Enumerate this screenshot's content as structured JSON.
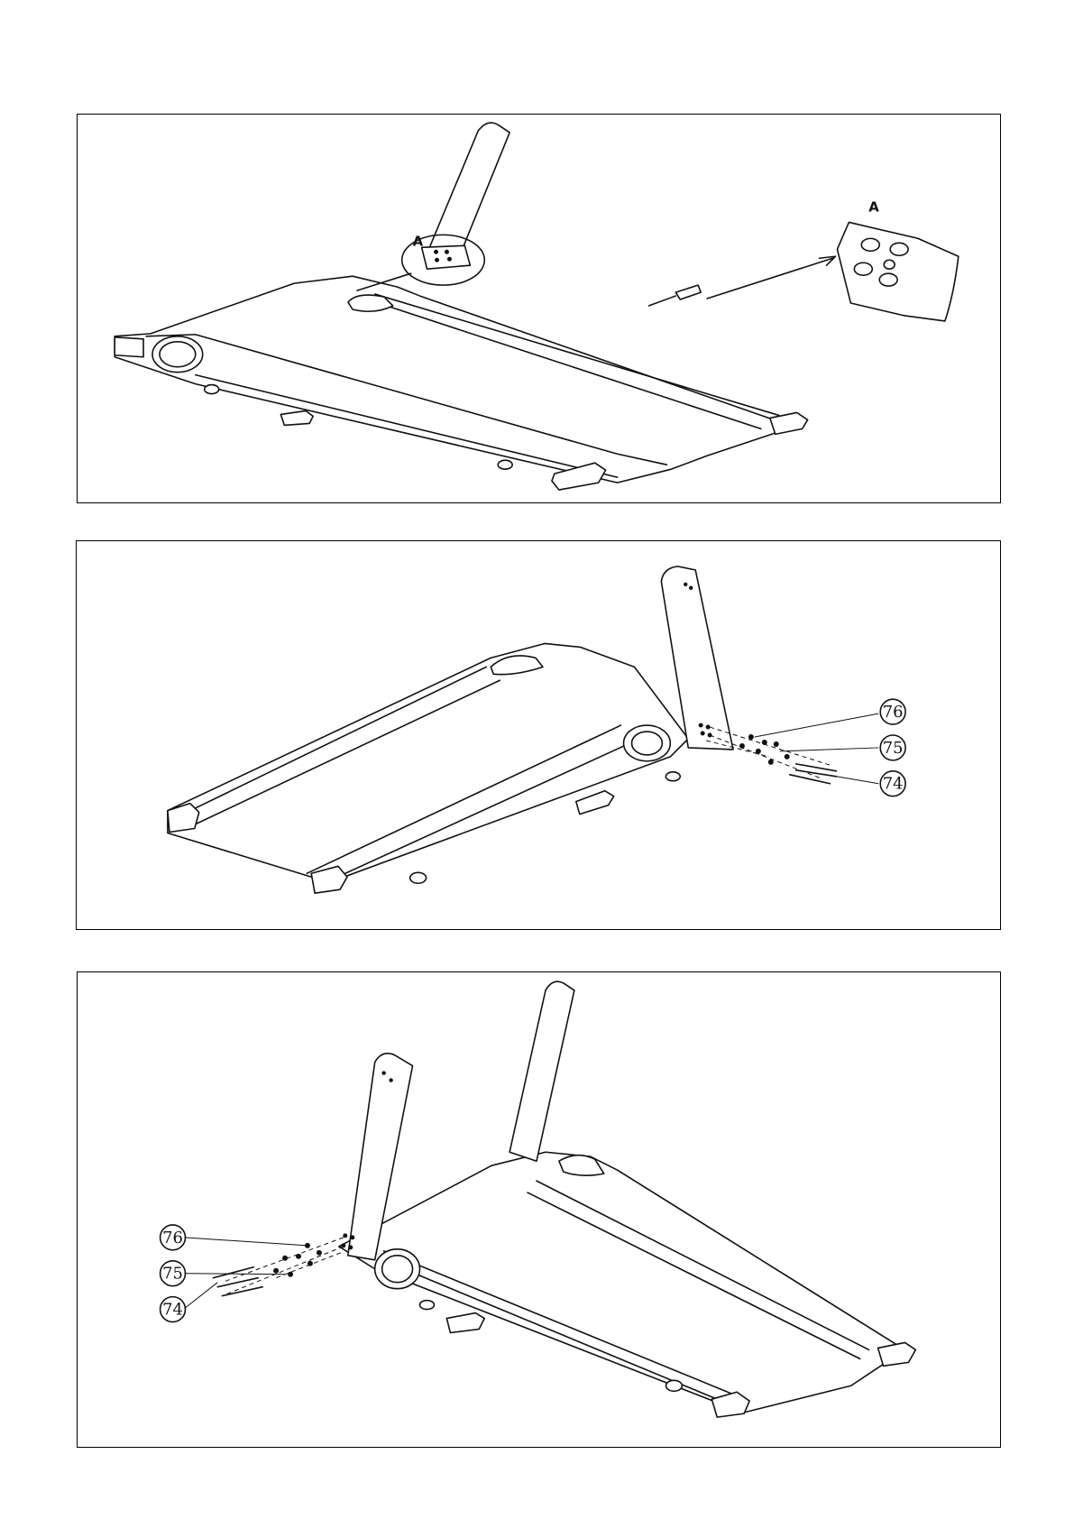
{
  "steps": [
    {
      "detail_label": "A",
      "detail_label_zoom": "A"
    },
    {
      "callouts": [
        "76",
        "75",
        "74"
      ]
    },
    {
      "callouts": [
        "76",
        "75",
        "74"
      ]
    }
  ],
  "colors": {
    "line": "#111111",
    "background": "#ffffff"
  }
}
